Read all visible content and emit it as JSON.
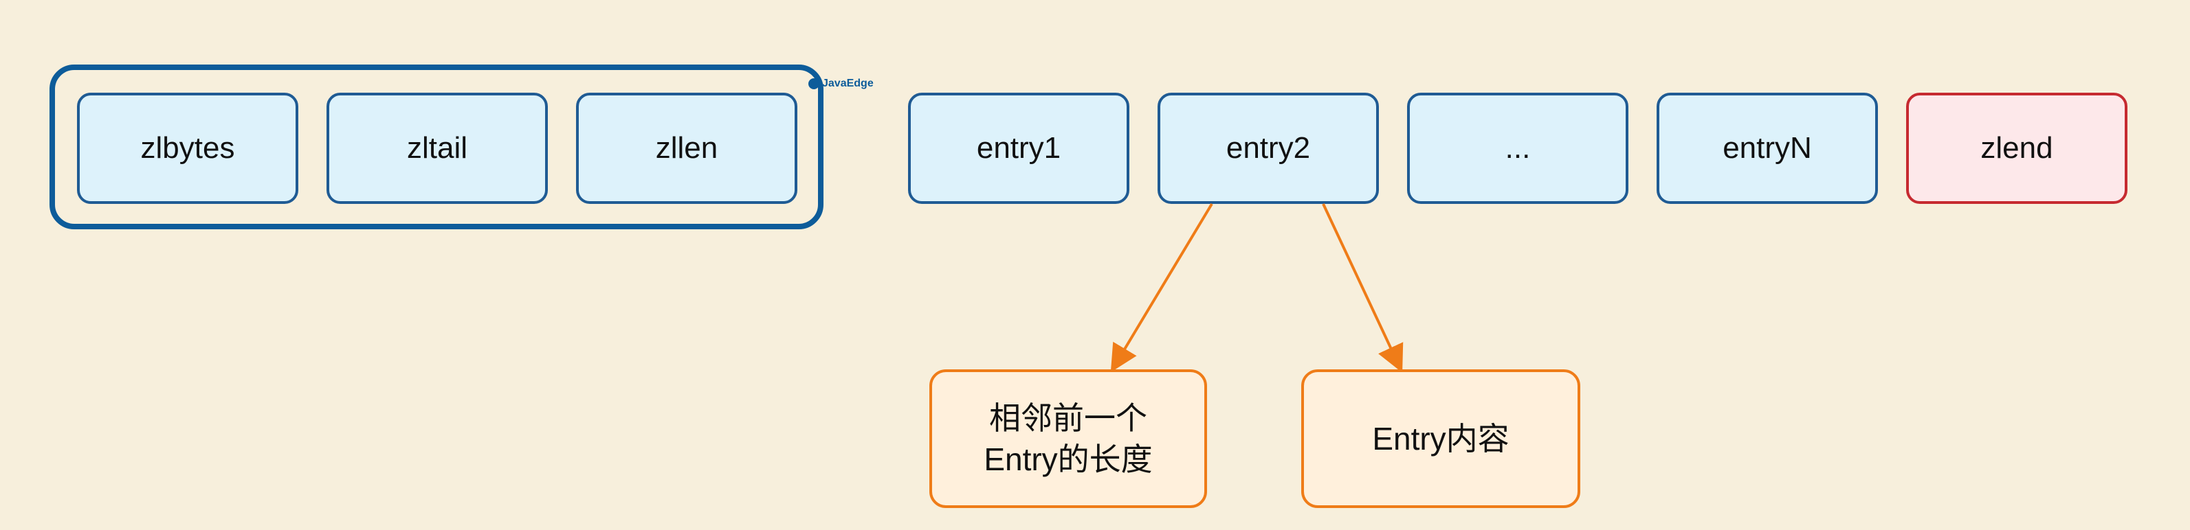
{
  "header_group": {
    "items": [
      "zlbytes",
      "zltail",
      "zllen"
    ],
    "watermark": "JavaEdge"
  },
  "entries": [
    "entry1",
    "entry2",
    "...",
    "entryN"
  ],
  "end_marker": "zlend",
  "notes": {
    "prev_length": "相邻前一个\nEntry的长度",
    "content": "Entry内容"
  },
  "colors": {
    "background": "#f7efdc",
    "header_border": "#0d5c9a",
    "box_border": "#1f5b94",
    "box_fill": "#ddf2fb",
    "end_border": "#c62a30",
    "end_fill": "#fde8ea",
    "note_border": "#ef7c18",
    "note_fill": "#fff0dc"
  }
}
